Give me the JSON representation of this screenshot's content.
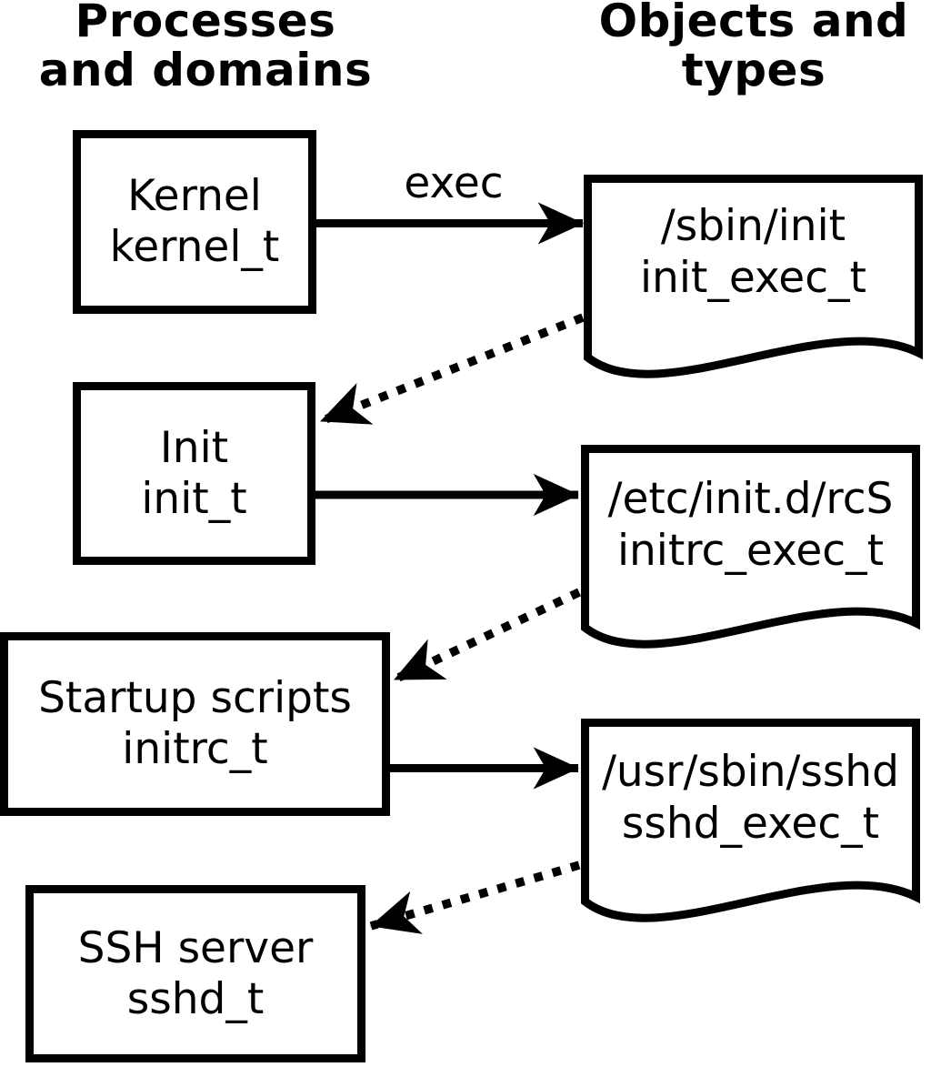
{
  "columns": {
    "processes": "Processes\nand domains",
    "objects": "Objects and\ntypes"
  },
  "processes": [
    {
      "name": "Kernel",
      "domain": "kernel_t"
    },
    {
      "name": "Init",
      "domain": "init_t"
    },
    {
      "name": "Startup scripts",
      "domain": "initrc_t"
    },
    {
      "name": "SSH server",
      "domain": "sshd_t"
    }
  ],
  "objects": [
    {
      "path": "/sbin/init",
      "type": "init_exec_t"
    },
    {
      "path": "/etc/init.d/rcS",
      "type": "initrc_exec_t"
    },
    {
      "path": "/usr/sbin/sshd",
      "type": "sshd_exec_t"
    }
  ],
  "edges": {
    "exec_label": "exec",
    "solid_arrow_meaning": "exec",
    "dotted_arrow_count": 3,
    "solid_arrow_count": 3
  },
  "colors": {
    "ink": "#000000",
    "background": "#ffffff"
  }
}
